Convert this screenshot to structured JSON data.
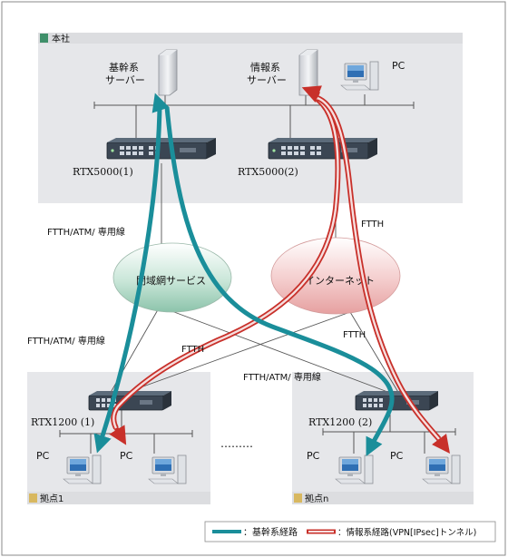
{
  "sites": {
    "hq": {
      "label": "本社"
    },
    "branch1": {
      "label": "拠点1"
    },
    "branchn": {
      "label": "拠点n"
    }
  },
  "servers": {
    "core": {
      "line1": "基幹系",
      "line2": "サーバー"
    },
    "info": {
      "line1": "情報系",
      "line2": "サーバー"
    },
    "pc_label": "PC"
  },
  "routers": {
    "rtx5000_1": "RTX5000(1)",
    "rtx5000_2": "RTX5000(2)",
    "rtx1200_1": "RTX1200 (1)",
    "rtx1200_2": "RTX1200 (2)"
  },
  "networks": {
    "closed": "閉域網サービス",
    "internet": "インターネット"
  },
  "links": {
    "hq_closed": "FTTH/ATM/ 専用線",
    "hq_internet": "FTTH",
    "b1_closed": "FTTH/ATM/ 専用線",
    "b1_internet": "FTTH",
    "bn_closed": "FTTH/ATM/ 専用線",
    "bn_internet": "FTTH"
  },
  "ellipsis": "………",
  "legend": {
    "core_route": "：基幹系経路",
    "info_route": "：情報系経路(VPN[IPsec]トンネル)"
  },
  "colors": {
    "core_route": "#1a8e9a",
    "info_route": "#c8302a",
    "closed_net": "#b9dccd",
    "internet": "#efc2c2",
    "site_bg": "#e8e8ea",
    "hq_tag": "#3f8f6a",
    "branch_tag": "#d8b860"
  }
}
